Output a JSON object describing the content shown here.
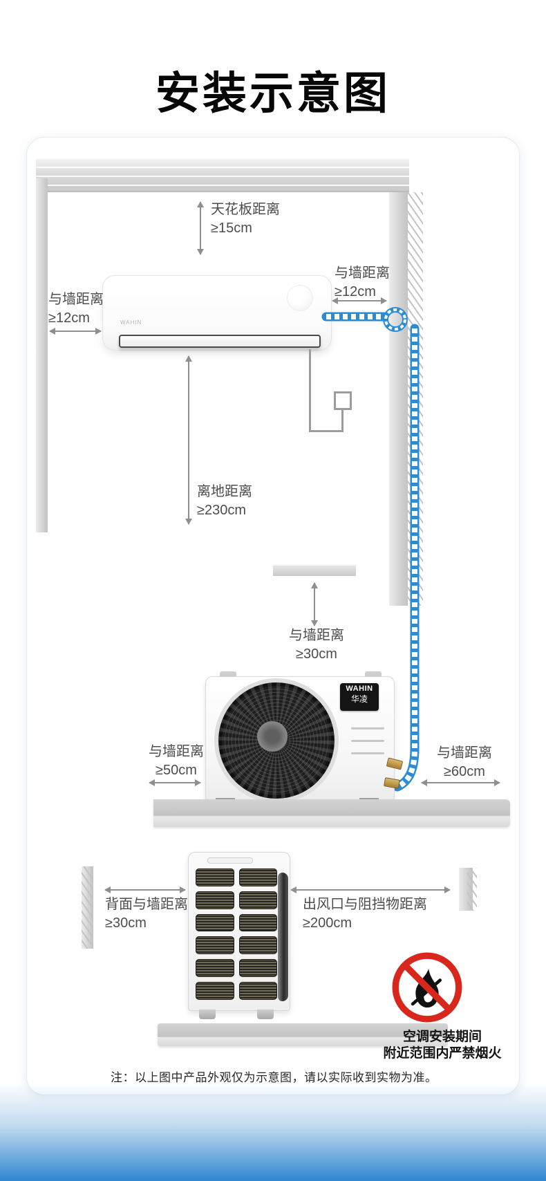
{
  "page": {
    "title": "安装示意图"
  },
  "brand": {
    "indoor_logo": "WAHIN",
    "outdoor_logo_en": "WAHIN",
    "outdoor_logo_cn": "华凌"
  },
  "measurements": {
    "ceiling": {
      "label": "天花板距离",
      "value": "≥15cm"
    },
    "indoor_left_wall": {
      "label": "与墙距离",
      "value": "≥12cm"
    },
    "indoor_right_wall": {
      "label": "与墙距离",
      "value": "≥12cm"
    },
    "floor_clearance": {
      "label": "离地距离",
      "value": "≥230cm"
    },
    "outdoor_top_wall": {
      "label": "与墙距离",
      "value": "≥30cm"
    },
    "outdoor_left_wall": {
      "label": "与墙距离",
      "value": "≥50cm"
    },
    "outdoor_right_wall": {
      "label": "与墙距离",
      "value": "≥60cm"
    },
    "outdoor_back_wall": {
      "label": "背面与墙距离",
      "value": "≥30cm"
    },
    "outdoor_air_outlet": {
      "label": "出风口与阻挡物距离",
      "value": "≥200cm"
    }
  },
  "warning": {
    "icon": "no-fire-icon",
    "line1": "空调安装期间",
    "line2": "附近范围内严禁烟火"
  },
  "note": "注：以上图中产品外观仅为示意图，请以实际收到实物为准。",
  "colors": {
    "pipe_blue": "#2b8cd6",
    "prohibition_red": "#d8281e",
    "footer_blue": "#2e86d0"
  }
}
